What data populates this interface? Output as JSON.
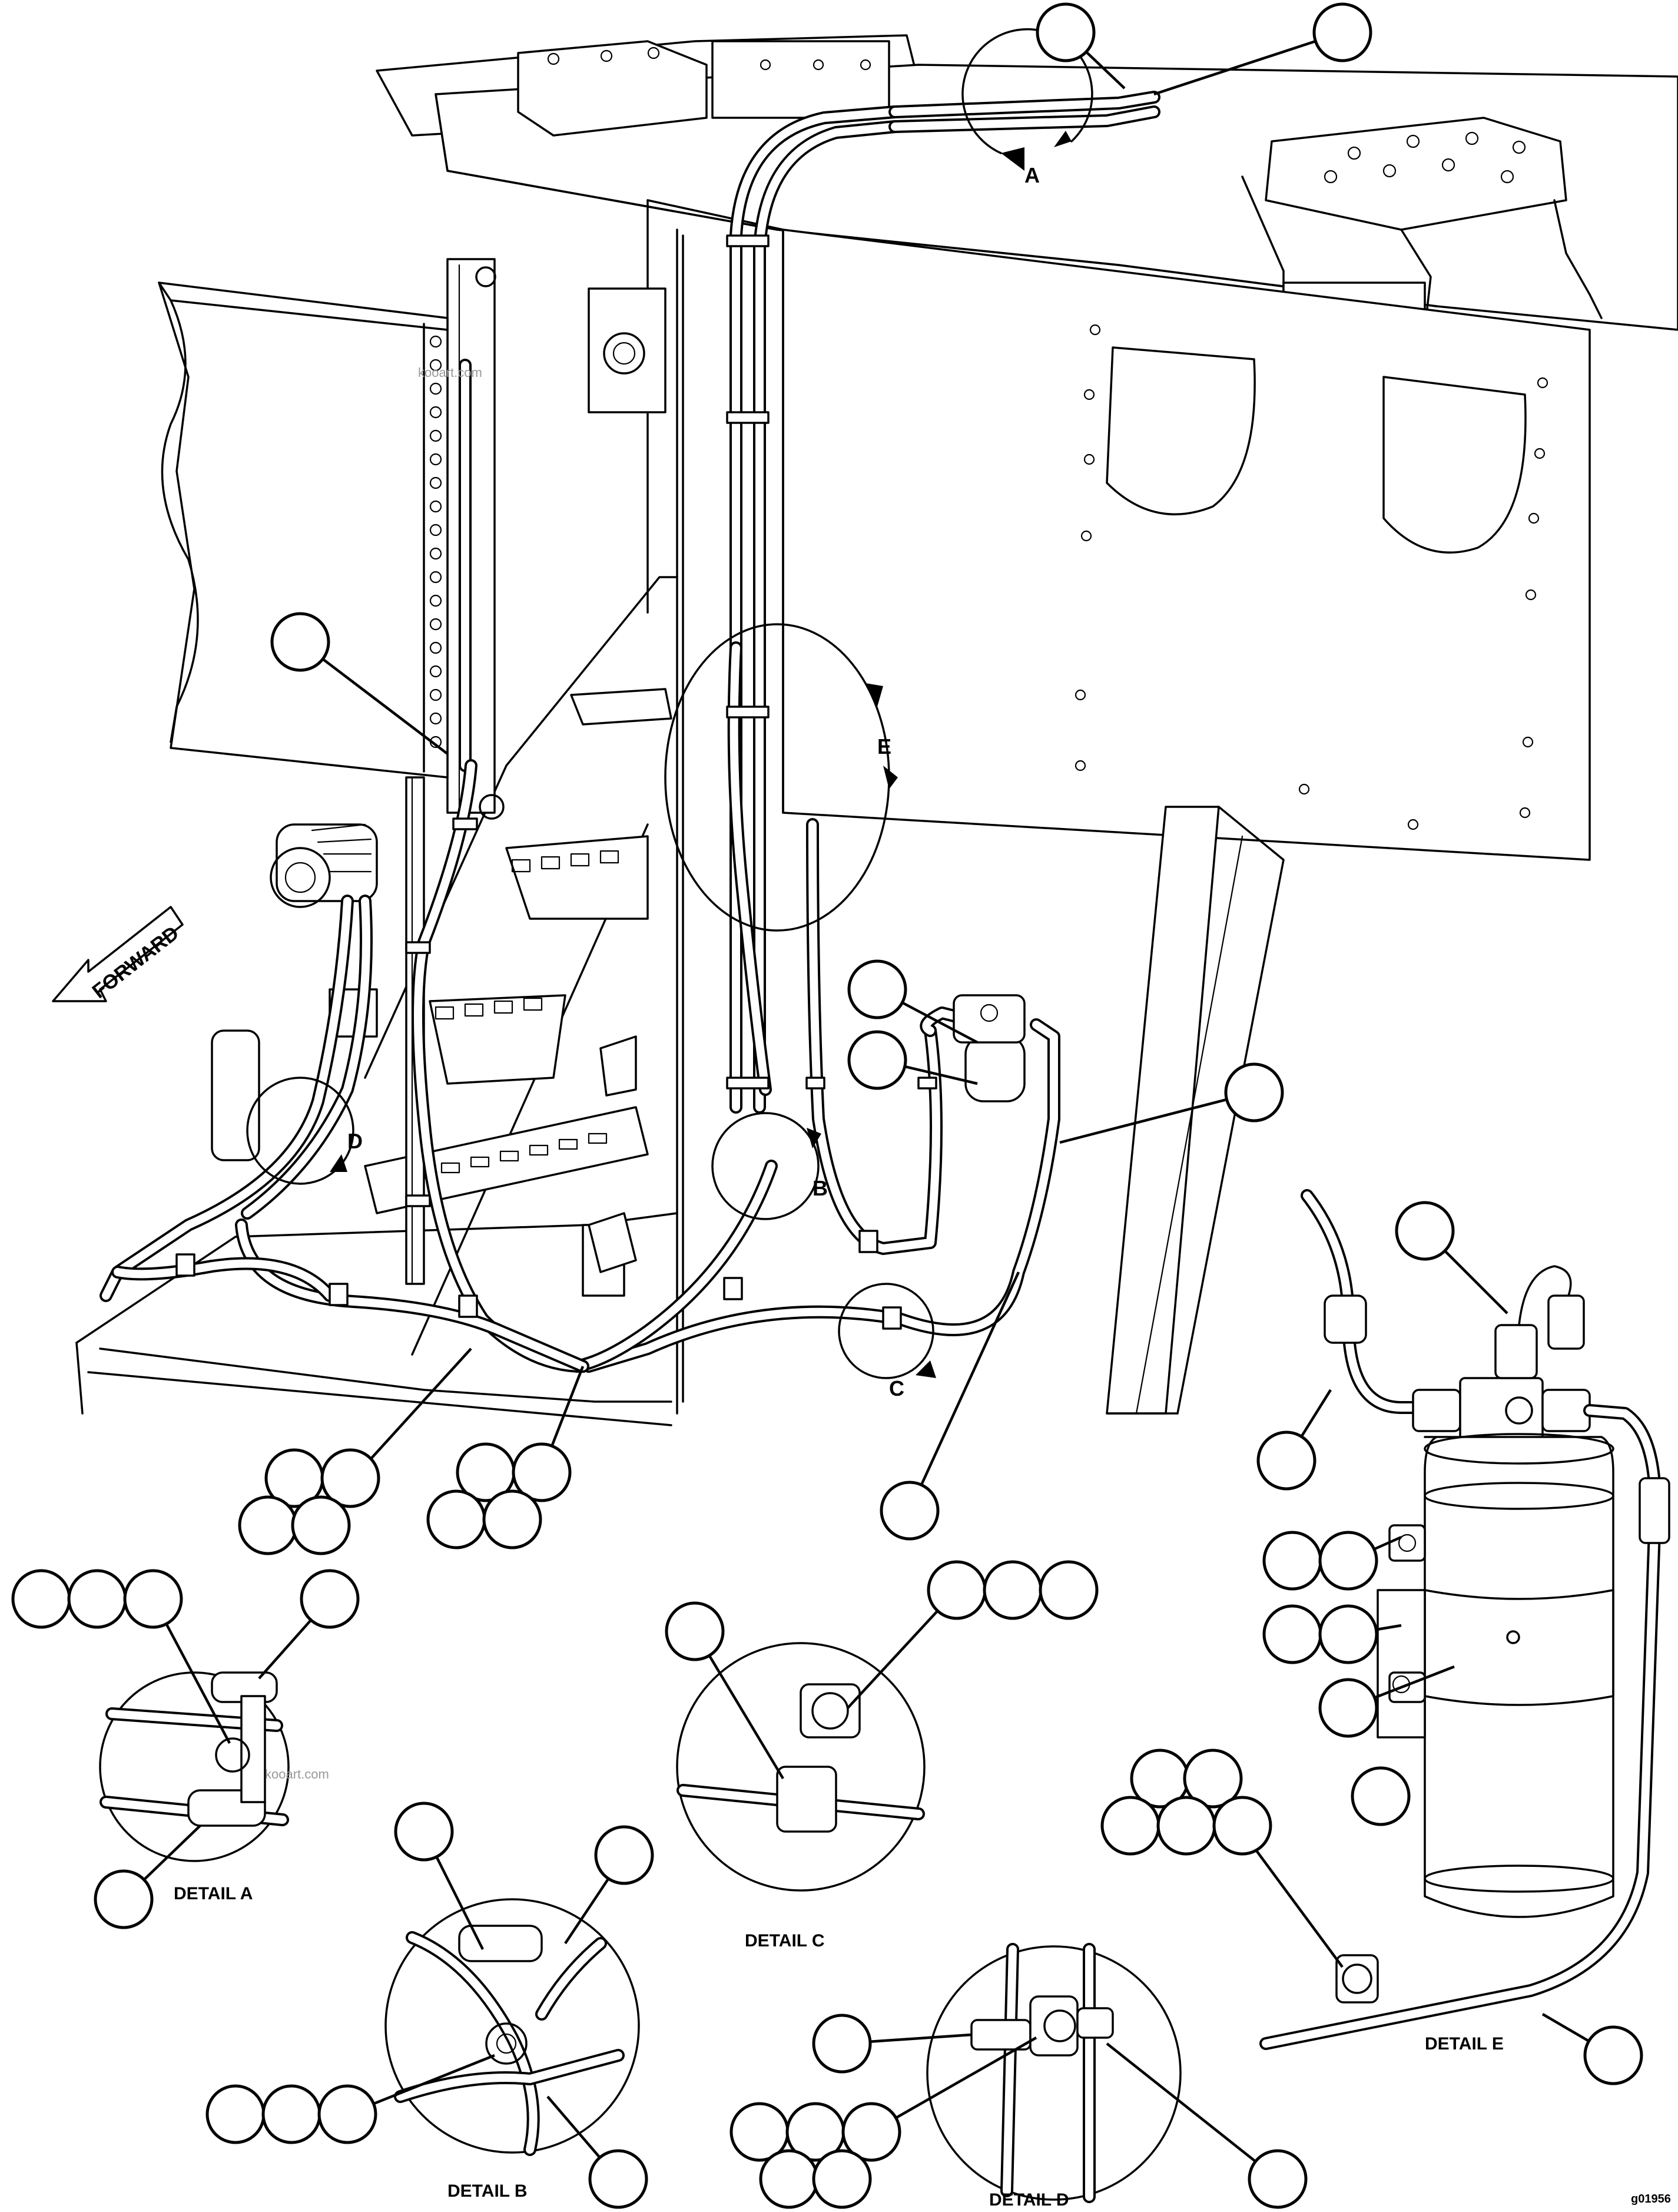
{
  "figure": {
    "forward_label": "FORWARD",
    "detail_letters": {
      "a": "A",
      "b": "B",
      "c": "C",
      "d": "D",
      "e": "E"
    },
    "detail_captions": {
      "a": "DETAIL A",
      "b": "DETAIL B",
      "c": "DETAIL C",
      "d": "DETAIL D",
      "e": "DETAIL E"
    },
    "watermark": "kooart.com",
    "figure_code": "g01956",
    "line_color": "#000000",
    "background_color": "#ffffff"
  }
}
